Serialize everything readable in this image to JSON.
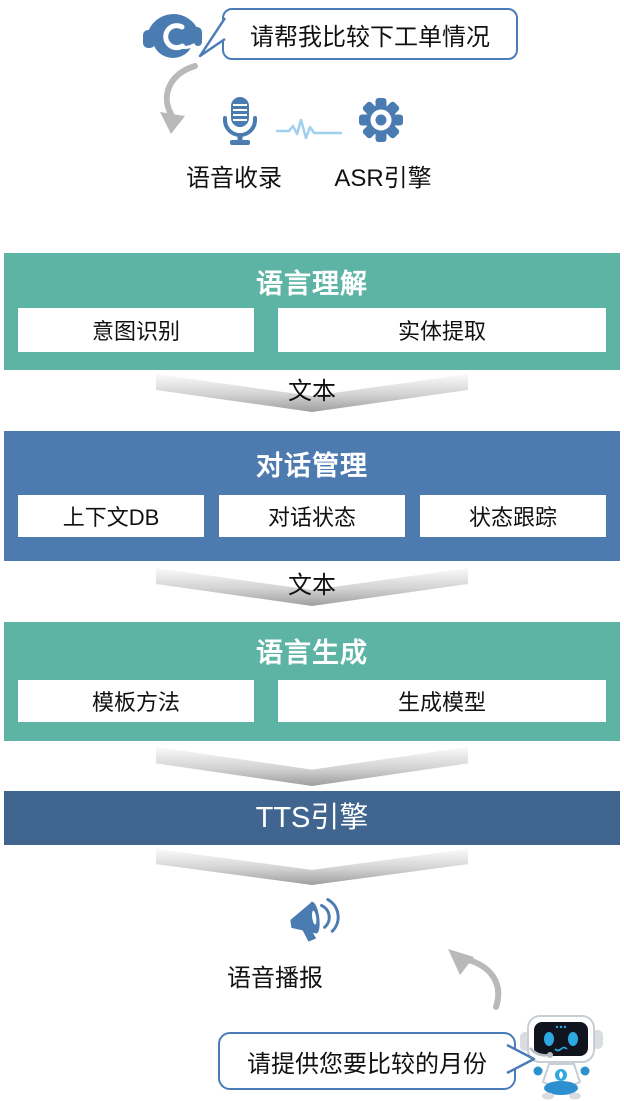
{
  "colors": {
    "teal": "#5db3a4",
    "blue": "#4d7bb0",
    "dark_blue": "#40668f",
    "icon_blue": "#4a7cb2",
    "bubble_border": "#4a7cb8",
    "arrow_gray": "#b9b9b9",
    "wave_blue": "#9fd0ee"
  },
  "user_bubble": {
    "text": "请帮我比较下工单情况"
  },
  "input_stage": {
    "voice_capture_label": "语音收录",
    "asr_engine_label": "ASR引擎"
  },
  "blocks": {
    "nlu": {
      "title": "语言理解",
      "items": [
        "意图识别",
        "实体提取"
      ]
    },
    "dm": {
      "title": "对话管理",
      "items": [
        "上下文DB",
        "对话状态",
        "状态跟踪"
      ]
    },
    "nlg": {
      "title": "语言生成",
      "items": [
        "模板方法",
        "生成模型"
      ]
    },
    "tts": {
      "title": "TTS引擎"
    }
  },
  "connectors": {
    "nlu_to_dm": "文本",
    "dm_to_nlg": "文本"
  },
  "output_stage": {
    "broadcast_label": "语音播报"
  },
  "bot_bubble": {
    "text": "请提供您要比较的月份"
  },
  "icons": [
    "headset-agent",
    "microphone",
    "audio-waveform",
    "asr-gear",
    "megaphone",
    "robot-assistant"
  ]
}
